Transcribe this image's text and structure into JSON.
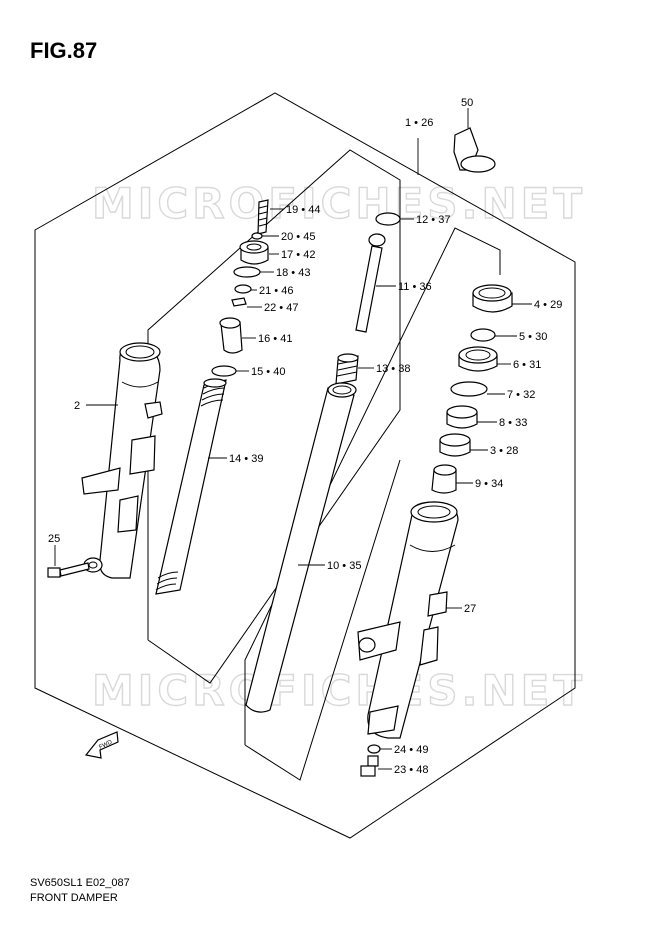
{
  "figure": {
    "title": "FIG.87",
    "model_code": "SV650SL1 E02_087",
    "caption": "FRONT DAMPER"
  },
  "watermark": "MICROFICHES.NET",
  "fwd_marker": "FWD",
  "callouts": [
    {
      "id": "c-1-26",
      "text": "1 • 26"
    },
    {
      "id": "c-50",
      "text": "50"
    },
    {
      "id": "c-19-44",
      "text": "19 • 44"
    },
    {
      "id": "c-20-45",
      "text": "20 • 45"
    },
    {
      "id": "c-17-42",
      "text": "17 • 42"
    },
    {
      "id": "c-18-43",
      "text": "18 • 43"
    },
    {
      "id": "c-21-46",
      "text": "21 • 46"
    },
    {
      "id": "c-22-47",
      "text": "22 • 47"
    },
    {
      "id": "c-16-41",
      "text": "16 • 41"
    },
    {
      "id": "c-15-40",
      "text": "15 • 40"
    },
    {
      "id": "c-14-39",
      "text": "14 • 39"
    },
    {
      "id": "c-12-37",
      "text": "12 • 37"
    },
    {
      "id": "c-11-36",
      "text": "11 • 36"
    },
    {
      "id": "c-13-38",
      "text": "13 • 38"
    },
    {
      "id": "c-10-35",
      "text": "10 • 35"
    },
    {
      "id": "c-4-29",
      "text": "4 • 29"
    },
    {
      "id": "c-5-30",
      "text": "5 • 30"
    },
    {
      "id": "c-6-31",
      "text": "6 • 31"
    },
    {
      "id": "c-7-32",
      "text": "7 • 32"
    },
    {
      "id": "c-8-33",
      "text": "8 • 33"
    },
    {
      "id": "c-3-28",
      "text": "3 • 28"
    },
    {
      "id": "c-9-34",
      "text": "9 • 34"
    },
    {
      "id": "c-2",
      "text": "2"
    },
    {
      "id": "c-25",
      "text": "25"
    },
    {
      "id": "c-27",
      "text": "27"
    },
    {
      "id": "c-24-49",
      "text": "24 • 49"
    },
    {
      "id": "c-23-48",
      "text": "23 • 48"
    }
  ]
}
